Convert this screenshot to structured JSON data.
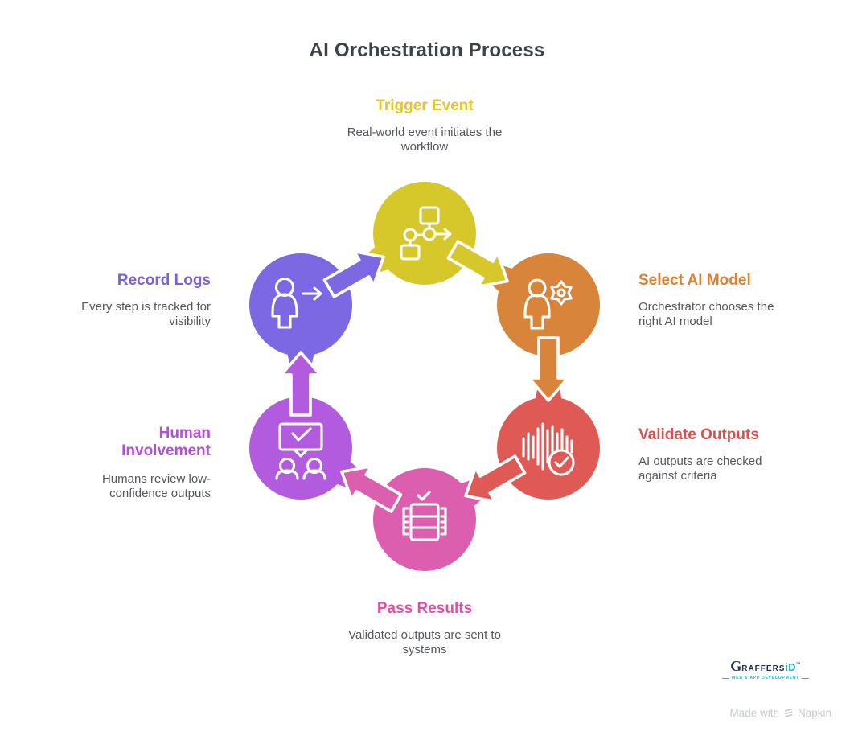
{
  "title": "AI Orchestration Process",
  "steps": [
    {
      "id": "trigger-event",
      "label": "Trigger Event",
      "desc": "Real-world event initiates the workflow",
      "color": "#D6C72B",
      "header_color": "#E5C626",
      "icon": "workflow-icon"
    },
    {
      "id": "select-ai-model",
      "label": "Select AI Model",
      "desc": "Orchestrator chooses the right AI model",
      "color": "#D8853B",
      "header_color": "#DF8030",
      "icon": "person-gear-icon"
    },
    {
      "id": "validate-outputs",
      "label": "Validate Outputs",
      "desc": "AI outputs are checked against criteria",
      "color": "#E05A55",
      "header_color": "#DB4F4F",
      "icon": "waveform-check-icon"
    },
    {
      "id": "pass-results",
      "label": "Pass Results",
      "desc": "Validated outputs are sent to systems",
      "color": "#DB5FAE",
      "header_color": "#E14FA3",
      "icon": "database-check-icon"
    },
    {
      "id": "human-involvement",
      "label": "Human Involvement",
      "desc": "Humans review low-confidence outputs",
      "color": "#B25BDE",
      "header_color": "#B44EDE",
      "icon": "people-approval-icon"
    },
    {
      "id": "record-logs",
      "label": "Record Logs",
      "desc": "Every step is tracked for visibility",
      "color": "#7C68E3",
      "header_color": "#7A5FDF",
      "icon": "person-forward-icon"
    }
  ],
  "footer": {
    "brand_g": "G",
    "brand_rest": "RAFFERS",
    "brand_id": "iD",
    "brand_tm": "™",
    "brand_tagline": "WEB & APP DEVELOPMENT",
    "made_with": "Made with",
    "napkin": "Napkin"
  }
}
